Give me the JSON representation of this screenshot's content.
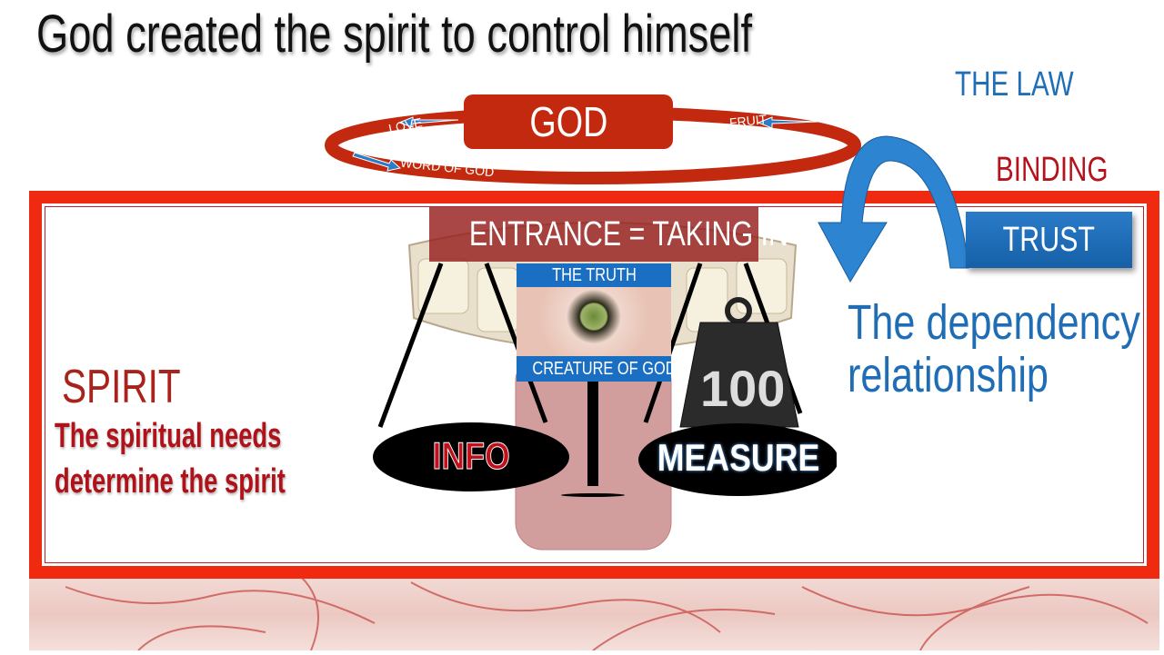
{
  "title": "God created the spirit to control himself",
  "cycle": {
    "center": "GOD",
    "labels": [
      "LOVE",
      "FRUIT",
      "WORD OF GOD"
    ]
  },
  "right": {
    "law": "THE LAW",
    "binding": "BINDING",
    "trust": "TRUST",
    "dependency": [
      "The dependency",
      "relationship"
    ]
  },
  "spirit": {
    "heading": "SPIRIT",
    "lines": [
      "The spiritual needs",
      "determine the spirit"
    ]
  },
  "center": {
    "entrance": "ENTRANCE = TAKING IN",
    "truth": "THE TRUTH",
    "creature": "CREATURE OF GOD",
    "info": "INFO",
    "measure": "MEASURE",
    "weight": "100"
  },
  "colors": {
    "red": "#f02a10",
    "god": "#c3290e",
    "blue": "#1f6db4",
    "darkred": "#b0121a"
  }
}
